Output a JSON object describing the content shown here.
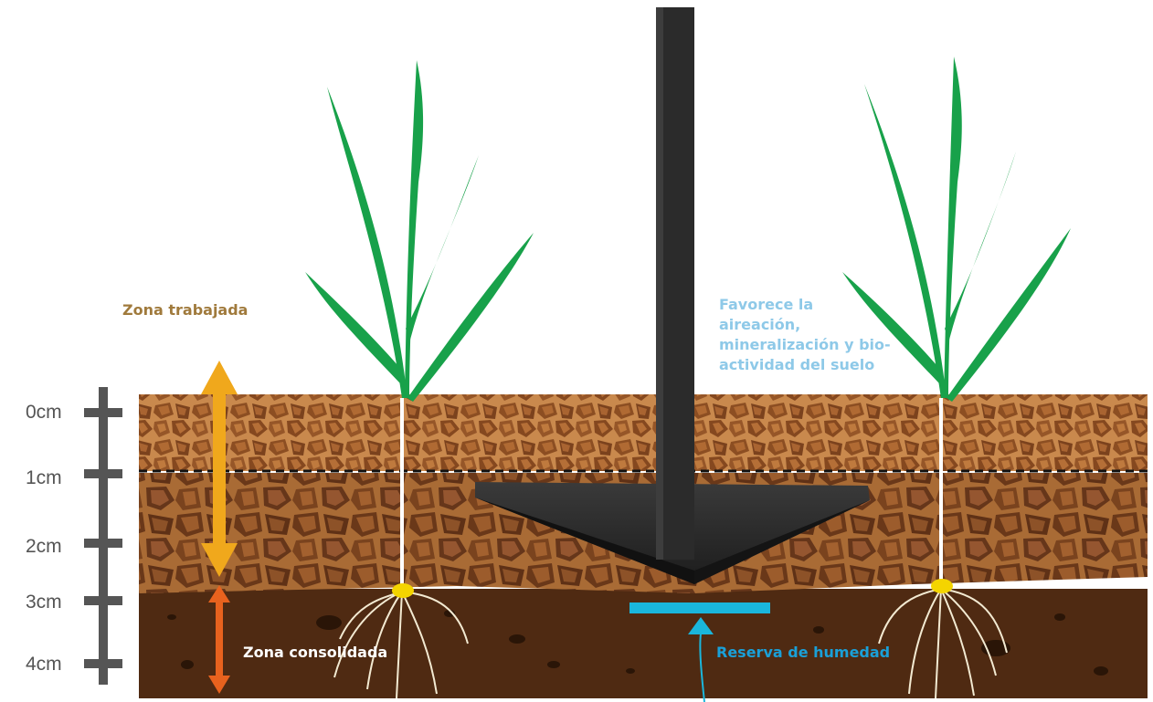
{
  "depth_scale": {
    "ticks": [
      "0cm",
      "1cm",
      "2cm",
      "3cm",
      "4cm"
    ]
  },
  "labels": {
    "worked_zone": "Zona trabajada",
    "consolidated_zone": "Zona consolidada",
    "moisture_reserve": "Reserva de humedad",
    "benefit_lines": [
      "Favorece la",
      "aireación,",
      "mineralización y bio-",
      "actividad del suelo"
    ]
  },
  "colors": {
    "worked_zone": "#a07a3c",
    "consolidated_zone": "#ffffff",
    "moisture_reserve": "#1aa0d8",
    "benefit_text": "#8ec9e8",
    "arrow_worked": "#f0a81c",
    "arrow_consolidated": "#e8621e",
    "topsoil": "#a9652d",
    "middle_soil": "#6e3f1e",
    "deep_soil": "#4f2a12",
    "tool": "#2b2b2b",
    "leaf": "#18a14a",
    "scale": "#555555"
  }
}
